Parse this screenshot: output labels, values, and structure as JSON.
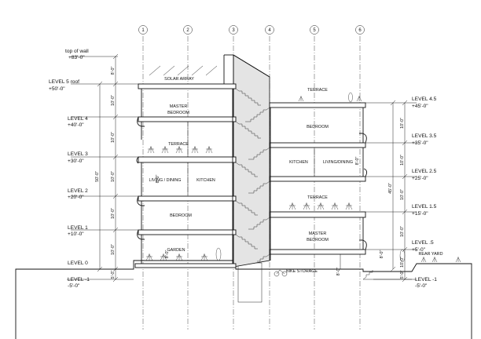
{
  "grid_lines": [
    "1",
    "2",
    "3",
    "4",
    "5",
    "6"
  ],
  "left_levels": [
    {
      "name": "top of wall",
      "elev": "+83'-0\""
    },
    {
      "name": "LEVEL 5 roof",
      "elev": "+50'-0\""
    },
    {
      "name": "LEVEL 4",
      "elev": "+40'-0\""
    },
    {
      "name": "LEVEL 3",
      "elev": "+30'-0\""
    },
    {
      "name": "LEVEL 2",
      "elev": "+20'-0\""
    },
    {
      "name": "LEVEL 1",
      "elev": "+10'-0\""
    },
    {
      "name": "LEVEL 0",
      "elev": ""
    },
    {
      "name": "LEVEL -1",
      "elev": "-5'-0\""
    }
  ],
  "right_levels": [
    {
      "name": "LEVEL 4.5",
      "elev": "+45'-0\""
    },
    {
      "name": "LEVEL 3.5",
      "elev": "+35'-0\""
    },
    {
      "name": "LEVEL 2.5",
      "elev": "+25'-0\""
    },
    {
      "name": "LEVEL 1.5",
      "elev": "+15'-0\""
    },
    {
      "name": "LEVEL .5",
      "elev": "+5'-0\""
    },
    {
      "name": "LEVEL -1",
      "elev": "-5'-0\""
    }
  ],
  "left_dims": [
    "8'-0\"",
    "10'-0\"",
    "10'-0\"",
    "10'-0\"",
    "10'-0\"",
    "10'-0\"",
    "5'-0\""
  ],
  "left_total": "50'-0\"",
  "right_dims": [
    "10'-0\"",
    "10'-0\"",
    "10'-0\"",
    "10'-0\"",
    "10'-0\"",
    "5'-0\""
  ],
  "right_total": "45'-0\"",
  "rooms": {
    "solar": "SOLAR ARRAY",
    "master_l1": "MASTER",
    "master_l2": "BEDROOM",
    "terrace_l3": "TERRACE",
    "living": "LIVING / DINING",
    "kitchen_l": "KITCHEN",
    "bedroom_l": "BEDROOM",
    "garden": "GARDEN",
    "terrace_top": "TERRACE",
    "bedroom_r": "BEDROOM",
    "kitchen_r": "KITCHEN",
    "living_r": "LIVING/DINING",
    "terrace_mid": "TERRACE",
    "master_r1": "MASTER",
    "master_r2": "BEDROOM",
    "bike": "BIKE STORAGE",
    "rear_yard": "REAR YARD"
  },
  "small_dims": {
    "d1": "8'-0\"",
    "d2": "8'-0\"",
    "d3": "8'-0\"",
    "d4": "8'-0\"",
    "d5": "8'-0\""
  }
}
